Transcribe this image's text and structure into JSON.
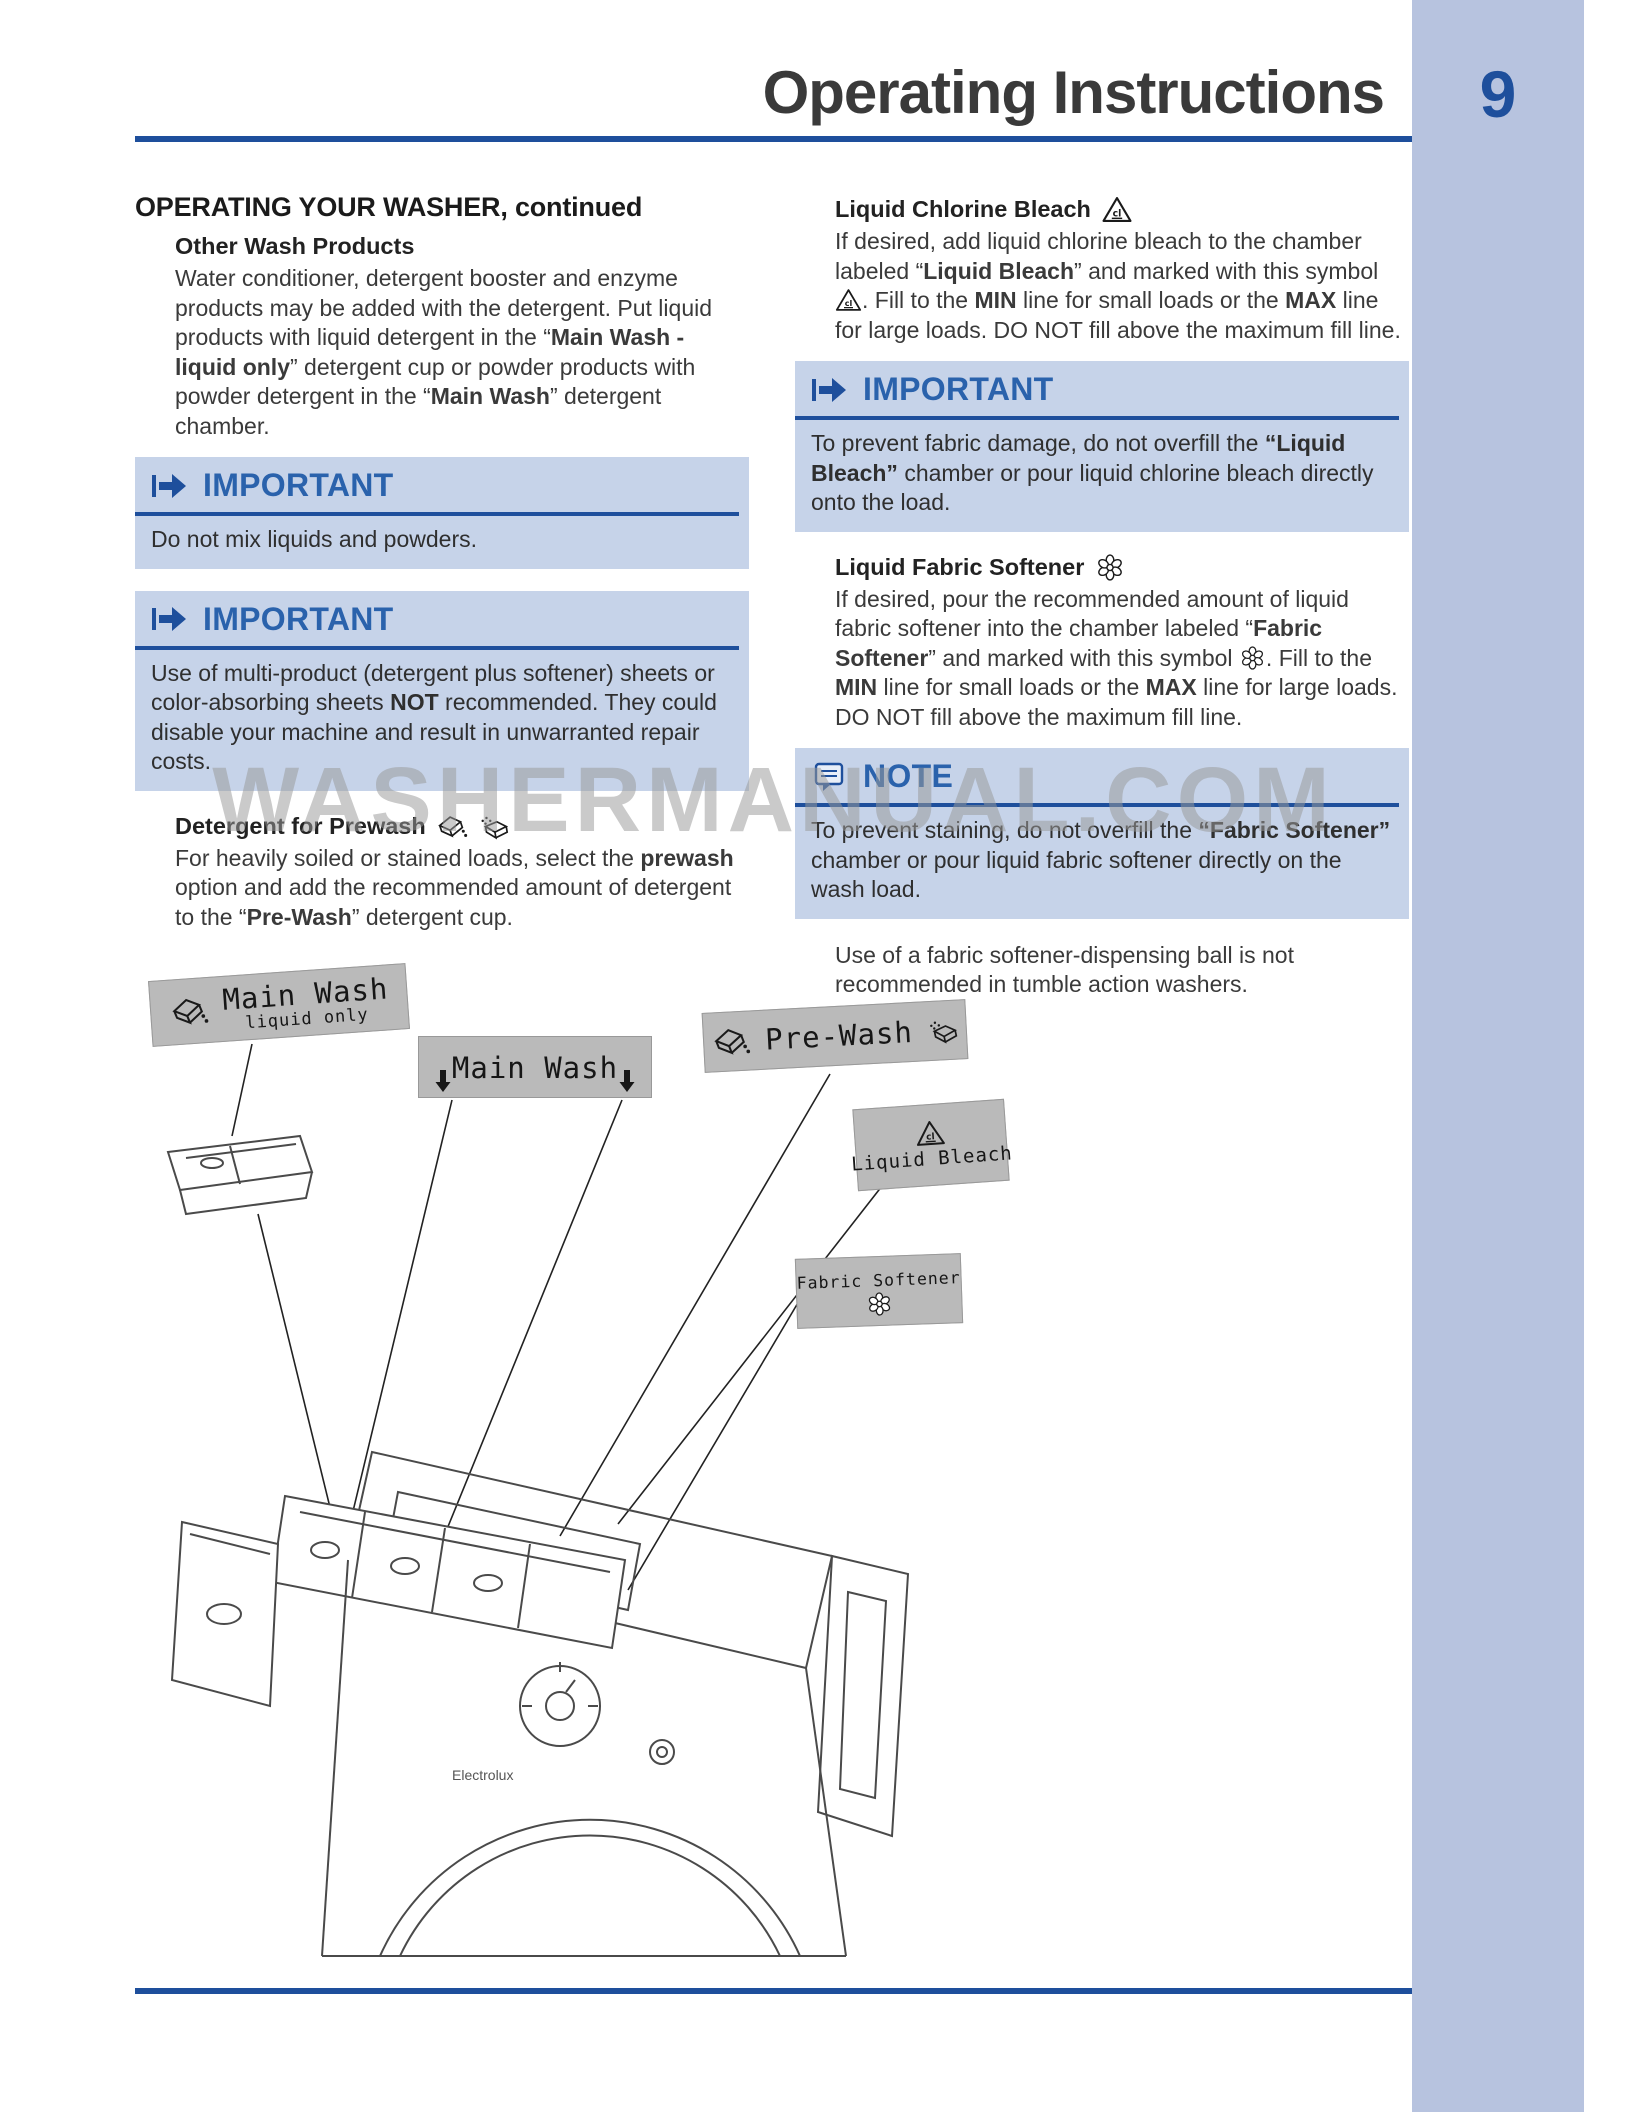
{
  "header": {
    "title": "Operating Instructions",
    "page_number": "9"
  },
  "colors": {
    "accent": "#1e4f9c",
    "label_blue": "#2a62ac",
    "box_bg": "#c6d3e9",
    "band_bg": "#b7c3df",
    "banner_gray": "#bababa"
  },
  "icons": {
    "important": "arrow-right-icon",
    "note": "memo-icon",
    "bleach": "bleach-triangle-icon",
    "softener": "flower-icon",
    "liquid_detergent": "pouring-cup-icon",
    "powder_detergent": "powder-scoop-icon",
    "down": "down-arrow-icon"
  },
  "left": {
    "section_title": "OPERATING YOUR WASHER, continued",
    "other": {
      "heading": "Other Wash Products",
      "para": [
        {
          "text": "Water conditioner, detergent booster and enzyme products may be added with the detergent. Put liquid products with liquid detergent in the “"
        },
        {
          "text": "Main Wash - liquid only",
          "b": true
        },
        {
          "text": "” detergent cup or powder products with powder detergent in the “"
        },
        {
          "text": "Main Wash",
          "b": true
        },
        {
          "text": "” detergent chamber."
        }
      ]
    },
    "important1": {
      "label": "IMPORTANT",
      "body": [
        {
          "text": "Do not mix liquids and powders."
        }
      ]
    },
    "important2": {
      "label": "IMPORTANT",
      "body": [
        {
          "text": "Use of multi-product (detergent plus softener) sheets or color-absorbing sheets "
        },
        {
          "text": "NOT",
          "b": true
        },
        {
          "text": " recommended. They could disable your machine and result in unwarranted repair costs."
        }
      ]
    },
    "prewash": {
      "heading": "Detergent for Prewash",
      "para": [
        {
          "text": "For heavily soiled or stained loads, select the "
        },
        {
          "text": "prewash",
          "b": true
        },
        {
          "text": " option and add the recommended amount of detergent to the “"
        },
        {
          "text": "Pre-Wash",
          "b": true
        },
        {
          "text": "” detergent cup."
        }
      ]
    }
  },
  "right": {
    "bleach": {
      "heading": "Liquid Chlorine Bleach",
      "para": [
        {
          "text": "If desired, add liquid chlorine bleach to the chamber labeled “"
        },
        {
          "text": "Liquid Bleach",
          "b": true
        },
        {
          "text": "” and marked with this symbol "
        },
        {
          "icon": "icon-bleach"
        },
        {
          "text": ". Fill to the "
        },
        {
          "text": "MIN",
          "b": true
        },
        {
          "text": " line for small loads or the "
        },
        {
          "text": "MAX",
          "b": true
        },
        {
          "text": " line for large loads. DO NOT fill above the maximum fill line."
        }
      ]
    },
    "important": {
      "label": "IMPORTANT",
      "body": [
        {
          "text": "To prevent fabric damage, do not overfill the "
        },
        {
          "text": "“Liquid Bleach”",
          "b": true
        },
        {
          "text": " chamber or pour liquid chlorine bleach directly onto the load."
        }
      ]
    },
    "softener": {
      "heading": "Liquid Fabric Softener",
      "para": [
        {
          "text": "If desired, pour the recommended amount of liquid fabric softener into the chamber labeled “"
        },
        {
          "text": "Fabric Softener",
          "b": true
        },
        {
          "text": "” and marked with this symbol "
        },
        {
          "icon": "icon-flower"
        },
        {
          "text": ". Fill to the "
        },
        {
          "text": "MIN",
          "b": true
        },
        {
          "text": " line for small loads or the "
        },
        {
          "text": "MAX",
          "b": true
        },
        {
          "text": " line for large loads. DO NOT fill above the maximum fill line."
        }
      ]
    },
    "note": {
      "label": "NOTE",
      "body": [
        {
          "text": "To prevent staining, do not overfill the "
        },
        {
          "text": "“Fabric Softener”",
          "b": true
        },
        {
          "text": " chamber or pour liquid fabric softener directly on the wash load."
        }
      ]
    },
    "ball_para": [
      {
        "text": "Use of a fabric softener-dispensing ball is not recommended in tumble action washers."
      }
    ]
  },
  "watermark": "WASHERMANUAL.COM",
  "diagram": {
    "labels": {
      "main_wash_liquid": {
        "title": "Main Wash",
        "subtitle": "liquid only"
      },
      "main_wash": "Main Wash",
      "pre_wash": "Pre-Wash",
      "liquid_bleach": "Liquid Bleach",
      "fabric_softener": "Fabric Softener"
    },
    "brand": "Electrolux"
  }
}
